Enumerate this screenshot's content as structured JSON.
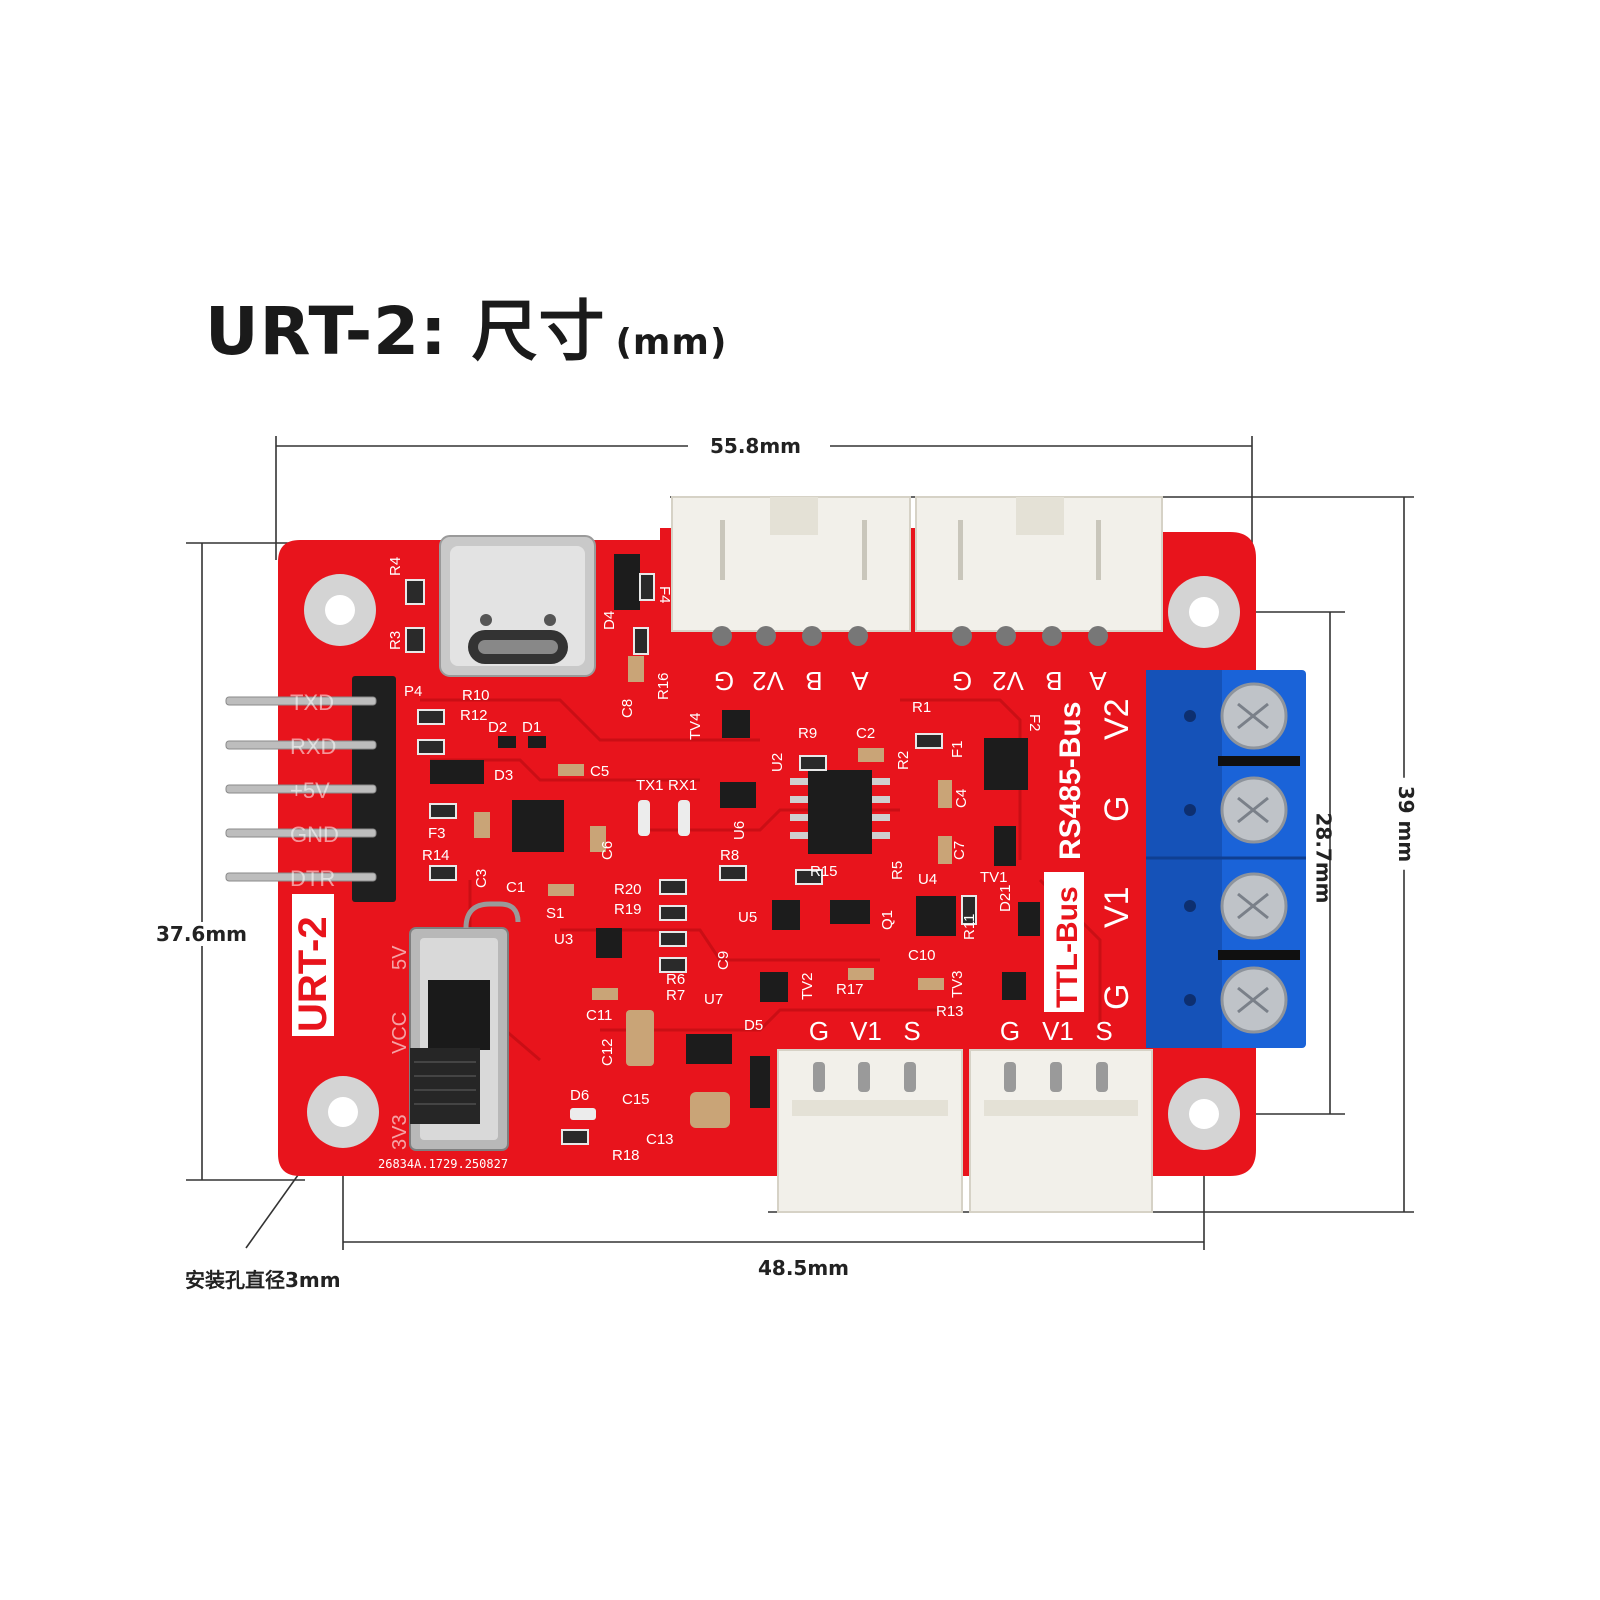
{
  "title": {
    "main": "URT-2: 尺寸",
    "unit": "(mm)"
  },
  "dimensions": {
    "width": "55.8mm",
    "height_left": "37.6mm",
    "height_right": "39 mm",
    "hole_spacing_vertical": "28.7mm",
    "hole_spacing_horizontal": "48.5mm",
    "hole_note": "安装孔直径3mm"
  },
  "board": {
    "name": "URT-2",
    "bus_ttl": "TTL-Bus",
    "bus_rs485": "RS485-Bus",
    "pin_header": [
      "TXD",
      "RXD",
      "+5V",
      "GND",
      "DTR"
    ],
    "top_conn_left": [
      "G",
      "V2",
      "B",
      "A"
    ],
    "top_conn_right": [
      "G",
      "V2",
      "B",
      "A"
    ],
    "bottom_conn_left": [
      "G",
      "V1",
      "S"
    ],
    "bottom_conn_right": [
      "G",
      "V1",
      "S"
    ],
    "terminal_labels": [
      "V2",
      "G",
      "V1",
      "G"
    ],
    "switch_labels": [
      "VCC",
      "5V",
      "3V3"
    ],
    "serial": "26834A.1729.250827",
    "components": [
      "R4",
      "R3",
      "D4",
      "F4",
      "R16",
      "C8",
      "R10",
      "R12",
      "P4",
      "D2",
      "D1",
      "D3",
      "C5",
      "TX1",
      "RX1",
      "TV4",
      "U2",
      "R9",
      "C2",
      "R1",
      "R2",
      "F1",
      "C4",
      "F3",
      "R14",
      "C3",
      "C1",
      "S1",
      "C6",
      "U6",
      "R8",
      "R15",
      "R5",
      "C7",
      "U4",
      "TV1",
      "U3",
      "R20",
      "R19",
      "R6",
      "R7",
      "U5",
      "C9",
      "Q1",
      "R11",
      "D21",
      "C11",
      "U7",
      "TV2",
      "R17",
      "C10",
      "TV3",
      "R13",
      "D5",
      "C12",
      "D6",
      "C15",
      "C13",
      "R18",
      "F2"
    ]
  },
  "colors": {
    "pcb": "#e8141c",
    "terminal": "#1a63d8",
    "connector": "#f2f0ea"
  }
}
